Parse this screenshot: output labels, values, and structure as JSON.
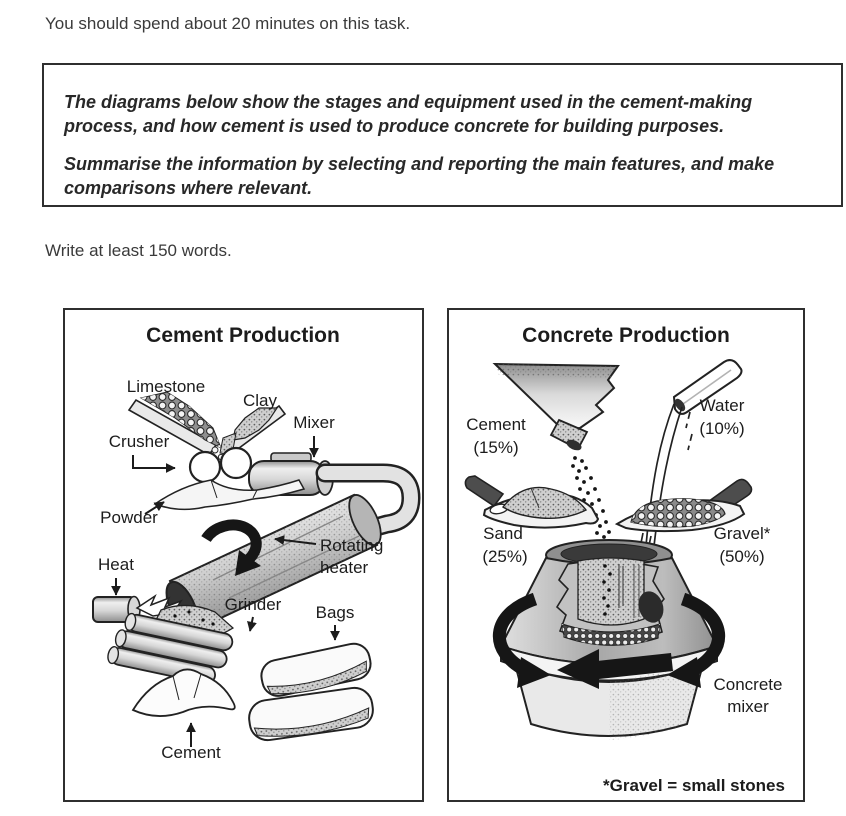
{
  "page": {
    "instruction_top": "You should spend about 20 minutes on this task.",
    "prompt_box": {
      "paragraph1": "The diagrams below show the stages and equipment used in the cement-making process, and how cement is used to produce concrete for building purposes.",
      "paragraph2": "Summarise the information by selecting and reporting the main features, and make comparisons where relevant."
    },
    "instruction_bottom": "Write at least 150 words."
  },
  "cement_panel": {
    "title": "Cement Production",
    "labels": {
      "limestone": "Limestone",
      "clay": "Clay",
      "crusher": "Crusher",
      "mixer": "Mixer",
      "powder": "Powder",
      "rotating_heater": {
        "line1": "Rotating",
        "line2": "heater"
      },
      "heat": "Heat",
      "grinder": "Grinder",
      "bags": "Bags",
      "cement": "Cement"
    }
  },
  "concrete_panel": {
    "title": "Concrete Production",
    "ingredients": {
      "cement": {
        "name": "Cement",
        "percent": "(15%)"
      },
      "water": {
        "name": "Water",
        "percent": "(10%)"
      },
      "sand": {
        "name": "Sand",
        "percent": "(25%)"
      },
      "gravel": {
        "name": "Gravel*",
        "percent": "(50%)"
      }
    },
    "mixer_label": {
      "line1": "Concrete",
      "line2": "mixer"
    },
    "footnote": "*Gravel = small stones"
  },
  "colors": {
    "ink": "#1c1c1c",
    "panel_border": "#2f2f2f",
    "diagram_gray": "#cfcfcf"
  }
}
